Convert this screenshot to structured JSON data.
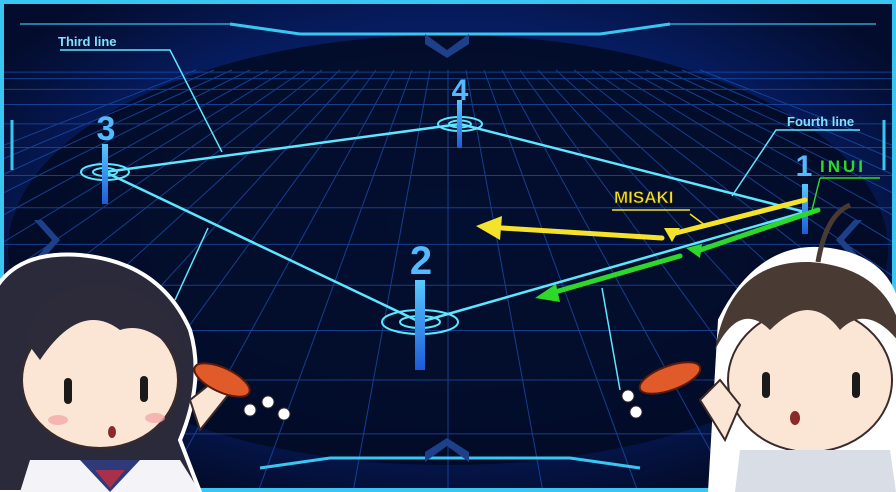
{
  "labels": {
    "third_line": "Third line",
    "fourth_line": "Fourth line",
    "misaki": "MISAKI",
    "inui": "INUI"
  },
  "corners": {
    "c1": "1",
    "c2": "2",
    "c3": "3",
    "c4": "4"
  },
  "colors": {
    "background": "#04113a",
    "grid": "#1b4fb0",
    "field_line": "#5fe6ff",
    "marker": "#2c7de0",
    "misaki_arrow": "#f5e22a",
    "inui_arrow": "#2ed82a",
    "frame": "#39c6f0"
  },
  "characters": [
    {
      "name": "girl-with-squid"
    },
    {
      "name": "boy-with-squid"
    }
  ]
}
